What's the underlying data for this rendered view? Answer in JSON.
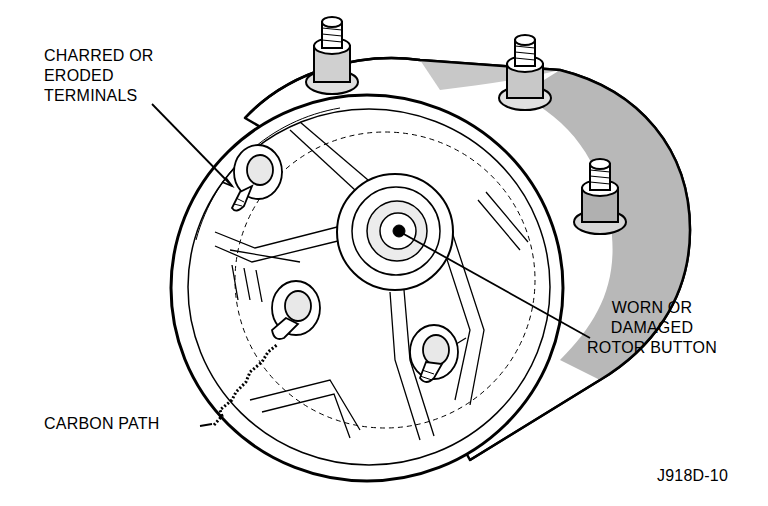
{
  "diagram": {
    "labels": [
      "CHARRED OR ERODED TERMINALS",
      "WORN OR DAMAGED ROTOR BUTTON",
      "CARBON PATH",
      "J918D-10"
    ]
  }
}
